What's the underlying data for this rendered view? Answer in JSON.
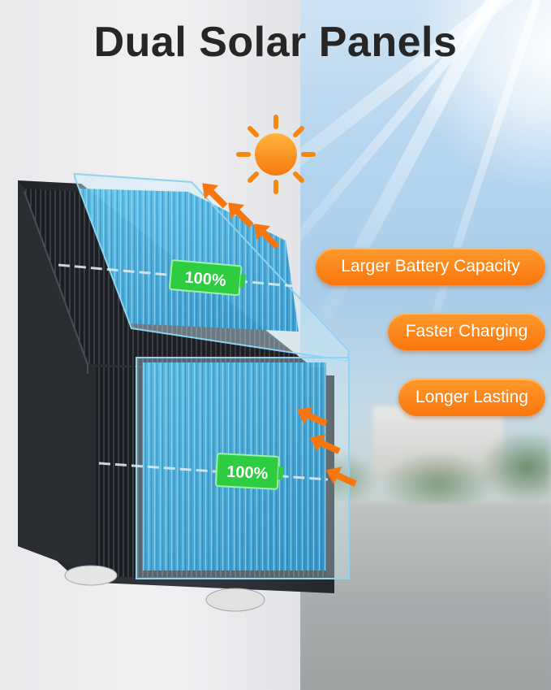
{
  "title": "Dual Solar Panels",
  "features": [
    "Larger Battery Capacity",
    "Faster Charging",
    "Longer Lasting"
  ],
  "panels": {
    "top_charge": "100%",
    "bottom_charge": "100%"
  },
  "colors": {
    "accent_orange": "#f9760c",
    "battery_green": "#2ecc40",
    "panel_blue": "#3aa9d8",
    "housing": "#2b2e33"
  },
  "icons": [
    "sun-icon",
    "arrow-icon",
    "battery-icon"
  ]
}
